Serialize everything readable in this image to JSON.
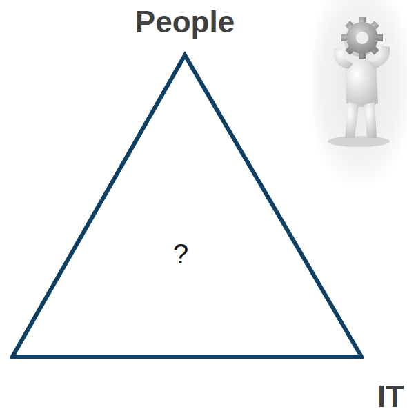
{
  "diagram": {
    "nodes": [
      {
        "text": [
          "?"
        ]
      }
    ],
    "labels": [
      "People",
      "IT"
    ]
  }
}
